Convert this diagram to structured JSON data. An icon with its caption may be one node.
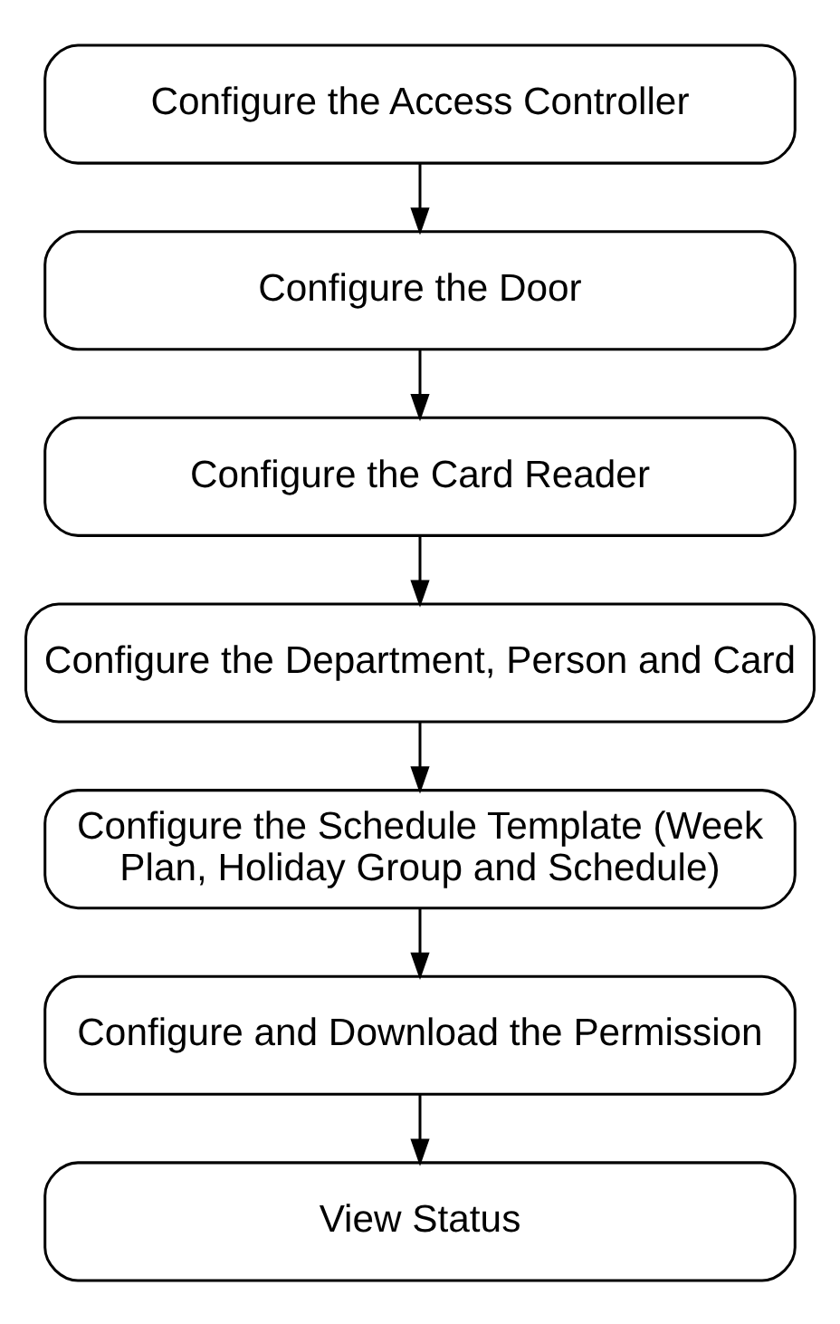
{
  "diagram": {
    "nodes": [
      {
        "text": [
          "Configure the Access Controller"
        ]
      },
      {
        "text": [
          "Configure the Door"
        ]
      },
      {
        "text": [
          "Configure the Card Reader"
        ]
      },
      {
        "text": [
          "Configure the Department, Person and Card"
        ]
      },
      {
        "text": [
          "Configure the Schedule Template (Week Plan, Holiday Group and Schedule)"
        ]
      },
      {
        "text": [
          "Configure and Download the Permission"
        ]
      },
      {
        "text": [
          "View Status"
        ]
      }
    ],
    "edges": [
      {
        "from": 0,
        "to": 1,
        "arrow": "to"
      },
      {
        "from": 1,
        "to": 2,
        "arrow": "to"
      },
      {
        "from": 2,
        "to": 3,
        "arrow": "to"
      },
      {
        "from": 3,
        "to": 4,
        "arrow": "to"
      },
      {
        "from": 4,
        "to": 5,
        "arrow": "to"
      },
      {
        "from": 5,
        "to": 6,
        "arrow": "to"
      }
    ]
  }
}
